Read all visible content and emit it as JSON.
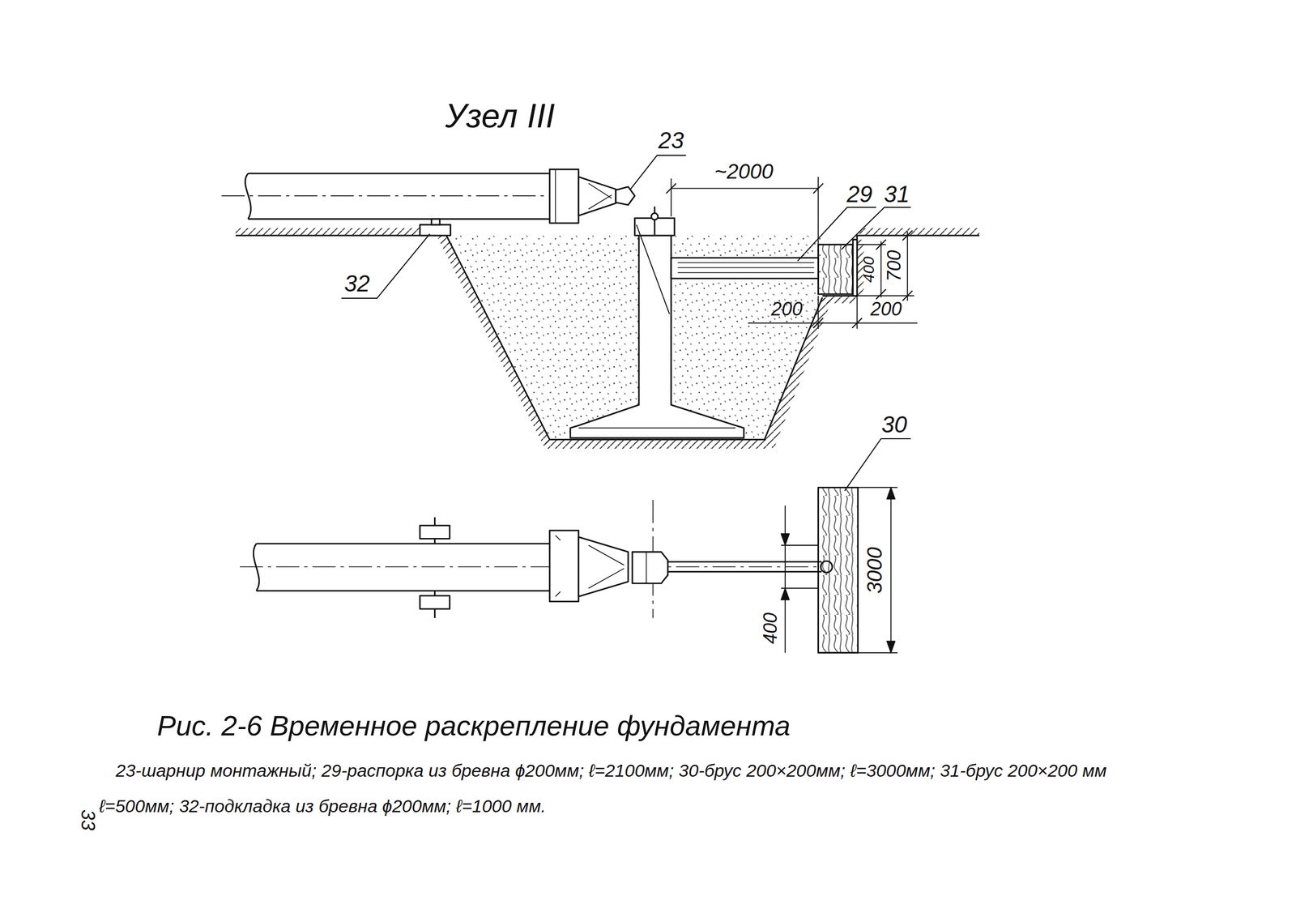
{
  "diagram": {
    "title": "Узел III",
    "caption": "Рис. 2-6 Временное раскрепление фундамента",
    "labels": [
      "23",
      "~2000",
      "29",
      "31",
      "32",
      "700",
      "400",
      "200",
      "200",
      "30",
      "400",
      "3000",
      "23-шарнир монтажный; 29-распорка из бревна ϕ200мм; ℓ=2100мм; 30-брус 200×200мм; ℓ=3000мм; 31-брус 200×200 мм",
      "ℓ=500мм; 32-подкладка из бревна ϕ200мм; ℓ=1000 мм.",
      "33"
    ]
  }
}
